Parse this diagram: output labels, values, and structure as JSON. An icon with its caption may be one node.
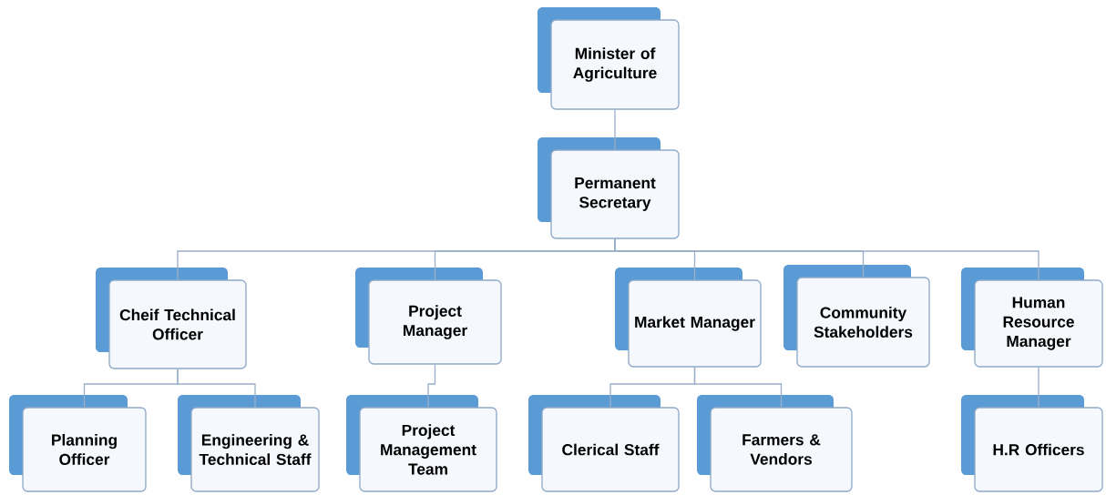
{
  "diagram": {
    "nodes": [
      {
        "text": [
          "Minister of Agriculture"
        ]
      },
      {
        "text": [
          "Permanent Secretary"
        ]
      },
      {
        "text": [
          "Cheif Technical Officer"
        ]
      },
      {
        "text": [
          "Project Manager"
        ]
      },
      {
        "text": [
          "Market Manager"
        ]
      },
      {
        "text": [
          "Community Stakeholders"
        ]
      },
      {
        "text": [
          "Human Resource Manager"
        ]
      },
      {
        "text": [
          "Planning Officer"
        ]
      },
      {
        "text": [
          "Engineering & Technical Staff"
        ]
      },
      {
        "text": [
          "Project Management Team"
        ]
      },
      {
        "text": [
          "Clerical Staff"
        ]
      },
      {
        "text": [
          "Farmers & Vendors"
        ]
      },
      {
        "text": [
          "H.R Officers"
        ]
      }
    ],
    "edges": [
      {
        "from": 0,
        "to": 1,
        "arrow": "none"
      },
      {
        "from": 1,
        "to": 2,
        "arrow": "none"
      },
      {
        "from": 1,
        "to": 3,
        "arrow": "none"
      },
      {
        "from": 1,
        "to": 4,
        "arrow": "none"
      },
      {
        "from": 1,
        "to": 5,
        "arrow": "none"
      },
      {
        "from": 1,
        "to": 6,
        "arrow": "none"
      },
      {
        "from": 2,
        "to": 7,
        "arrow": "none"
      },
      {
        "from": 2,
        "to": 8,
        "arrow": "none"
      },
      {
        "from": 3,
        "to": 9,
        "arrow": "none"
      },
      {
        "from": 4,
        "to": 10,
        "arrow": "none"
      },
      {
        "from": 4,
        "to": 11,
        "arrow": "none"
      },
      {
        "from": 6,
        "to": 12,
        "arrow": "none"
      }
    ]
  }
}
